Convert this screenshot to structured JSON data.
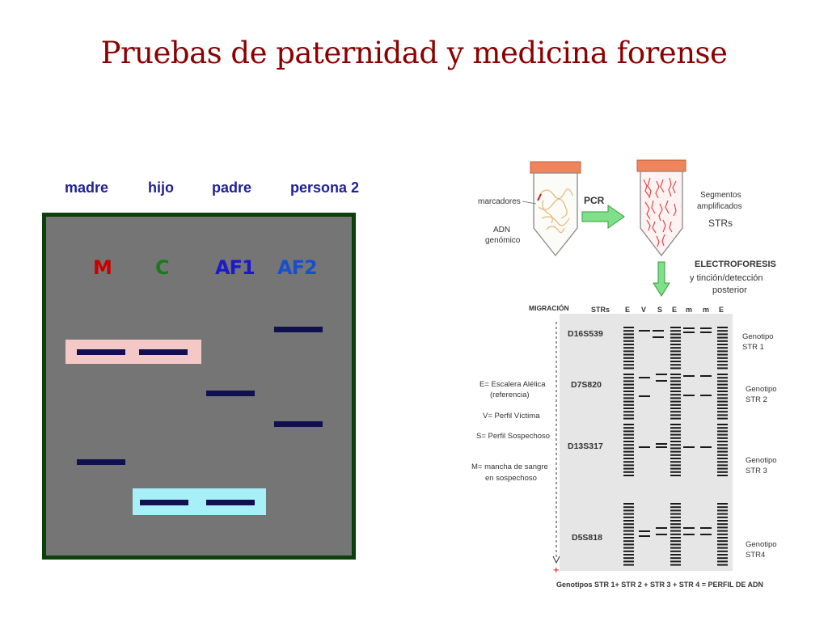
{
  "slide": {
    "title": "Pruebas de paternidad y medicina forense"
  },
  "gel": {
    "column_labels": [
      "madre",
      "hijo",
      "padre",
      "persona 2"
    ],
    "lanes": [
      {
        "code": "M",
        "color": "#cc0000"
      },
      {
        "code": "C",
        "color": "#1a7a1a"
      },
      {
        "code": "AF1",
        "color": "#1a1acc"
      },
      {
        "code": "AF2",
        "color": "#1a4fcc"
      }
    ],
    "highlight_colors": {
      "shared_mother_child": "#f5c8c8",
      "shared_father_child": "#a8f0f8"
    }
  },
  "diagram": {
    "tube1_labels": [
      "marcadores",
      "ADN",
      "genómico"
    ],
    "pcr_label": "PCR",
    "tube2_labels": [
      "Segmentos",
      "amplificados",
      "STRs"
    ],
    "electro_labels": [
      "ELECTROFORESIS",
      "y tinción/detección",
      "posterior"
    ],
    "header": {
      "migracion": "MIGRACIÓN",
      "strs": "STRs",
      "lanes": [
        "E",
        "V",
        "S",
        "E",
        "m",
        "m",
        "E"
      ]
    },
    "loci": [
      "D16S539",
      "D7S820",
      "D13S317",
      "D5S818"
    ],
    "genotypes": [
      [
        "Genotipo",
        "STR 1"
      ],
      [
        "Genotipo",
        "STR 2"
      ],
      [
        "Genotipo",
        "STR 3"
      ],
      [
        "Genotipo",
        "STR4"
      ]
    ],
    "legend": [
      [
        "E= Escalera Alélica",
        "(referencia)"
      ],
      [
        "V= Perfil Víctima"
      ],
      [
        "S= Perfil Sospechoso"
      ],
      [
        "M= mancha de sangre",
        "en sospechoso"
      ]
    ],
    "plus_sign": "+",
    "footer": "Genotipos STR 1+ STR 2 + STR 3 + STR 4 = PERFIL DE ADN"
  }
}
